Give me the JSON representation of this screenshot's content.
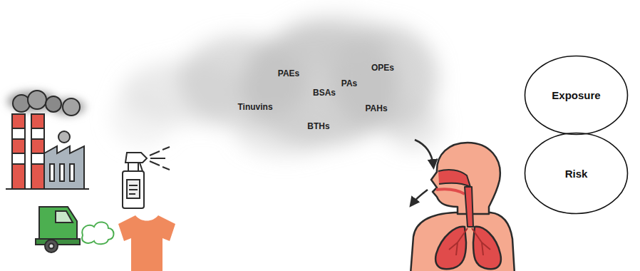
{
  "diagram": {
    "nodes": [
      {
        "text": [
          "Exposure"
        ]
      },
      {
        "text": [
          "Risk"
        ]
      }
    ],
    "labels": [
      "PAEs",
      "OPEs",
      "PAs",
      "BSAs",
      "Tinuvins",
      "PAHs",
      "BTHs"
    ]
  }
}
